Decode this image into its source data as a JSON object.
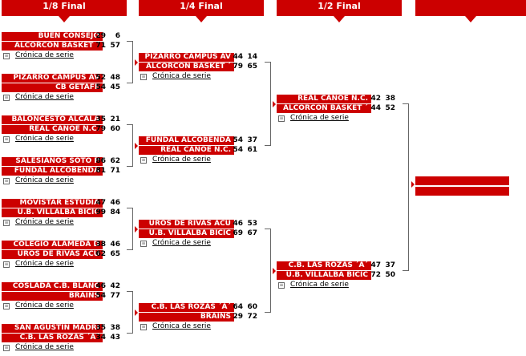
{
  "headers": [
    "1/8 Final",
    "1/4 Final",
    "1/2 Final",
    ""
  ],
  "cronica": "Crónica de serie",
  "r16": [
    {
      "t1": "BUEN CONSEJO",
      "s1a": "29",
      "s1b": "6",
      "t2": "ALCORCON BASKET ´",
      "s2a": "71",
      "s2b": "57"
    },
    {
      "t1": "PIZARRO CAMPUS AV",
      "s1a": "52",
      "s1b": "48",
      "t2": "CB GETAFE",
      "s2a": "54",
      "s2b": "45"
    },
    {
      "t1": "BALONCESTO ALCALA",
      "s1a": "35",
      "s1b": "21",
      "t2": "REAL CANOE N.C.",
      "s2a": "79",
      "s2b": "60"
    },
    {
      "t1": "SALESIANOS SOTO P",
      "s1a": "86",
      "s1b": "62",
      "t2": "FUNDAL ALCOBENDA",
      "s2a": "81",
      "s2b": "71"
    },
    {
      "t1": "MOVISTAR ESTUDIA",
      "s1a": "47",
      "s1b": "46",
      "t2": "U.B. VILLALBA BICIC",
      "s2a": "99",
      "s2b": "84"
    },
    {
      "t1": "COLEGIO ALAMEDA D",
      "s1a": "38",
      "s1b": "46",
      "t2": "UROS DE RIVAS ACU",
      "s2a": "62",
      "s2b": "65"
    },
    {
      "t1": "COSLADA C.B. BLANC",
      "s1a": "46",
      "s1b": "42",
      "t2": "BRAINS",
      "s2a": "54",
      "s2b": "77"
    },
    {
      "t1": "SAN AGUSTIN MADRI",
      "s1a": "35",
      "s1b": "38",
      "t2": "C.B. LAS ROZAS ´A´",
      "s2a": "34",
      "s2b": "43"
    }
  ],
  "qf": [
    {
      "t1": "PIZARRO CAMPUS AV",
      "s1a": "44",
      "s1b": "14",
      "t2": "ALCORCON BASKET ´",
      "s2a": "79",
      "s2b": "65"
    },
    {
      "t1": "FUNDAL ALCOBENDA",
      "s1a": "54",
      "s1b": "37",
      "t2": "REAL CANOE N.C.",
      "s2a": "54",
      "s2b": "61"
    },
    {
      "t1": "UROS DE RIVAS ACU",
      "s1a": "46",
      "s1b": "53",
      "t2": "U.B. VILLALBA BICIC",
      "s2a": "69",
      "s2b": "67"
    },
    {
      "t1": "C.B. LAS ROZAS ´A´",
      "s1a": "64",
      "s1b": "60",
      "t2": "BRAINS",
      "s2a": "29",
      "s2b": "72"
    }
  ],
  "sf": [
    {
      "t1": "REAL CANOE N.C.",
      "s1a": "42",
      "s1b": "38",
      "t2": "ALCORCON BASKET ´",
      "s2a": "44",
      "s2b": "52"
    },
    {
      "t1": "C.B. LAS ROZAS ´A´",
      "s1a": "47",
      "s1b": "37",
      "t2": "U.B. VILLALBA BICIC",
      "s2a": "72",
      "s2b": "50"
    }
  ]
}
